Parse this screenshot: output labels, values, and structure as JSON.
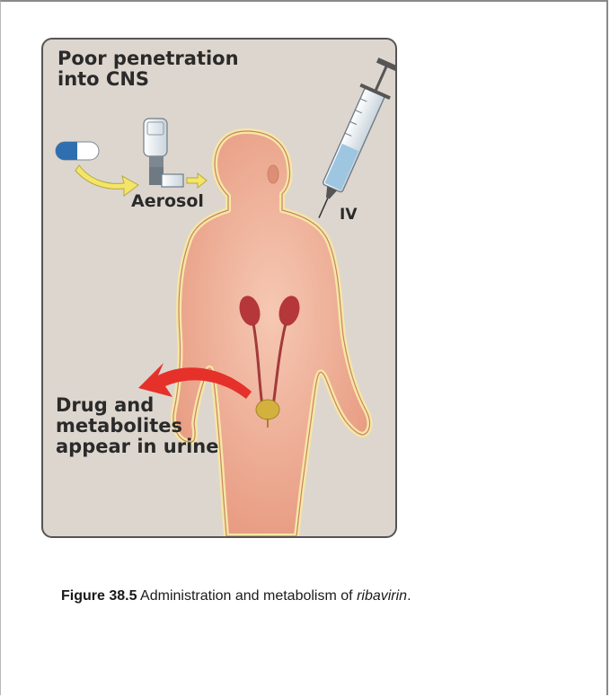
{
  "figure": {
    "labels": {
      "poor_penetration": "Poor penetration\ninto CNS",
      "aerosol": "Aerosol",
      "iv": "IV",
      "urine": "Drug and\nmetabolites\nappear in urine"
    }
  },
  "caption": {
    "figure_number": "Figure 38.5",
    "text": "Administration and metabolism of",
    "drug_name": "ribavirin",
    "end": "."
  },
  "colors": {
    "panel_background": "#ddd6ce",
    "skin": "#eba98f",
    "body_glow": "#f6e7a3",
    "arrow_red": "#e5312a",
    "arrow_yellow": "#f2e56a",
    "kidney": "#b5373a",
    "bladder": "#d4b13e"
  }
}
